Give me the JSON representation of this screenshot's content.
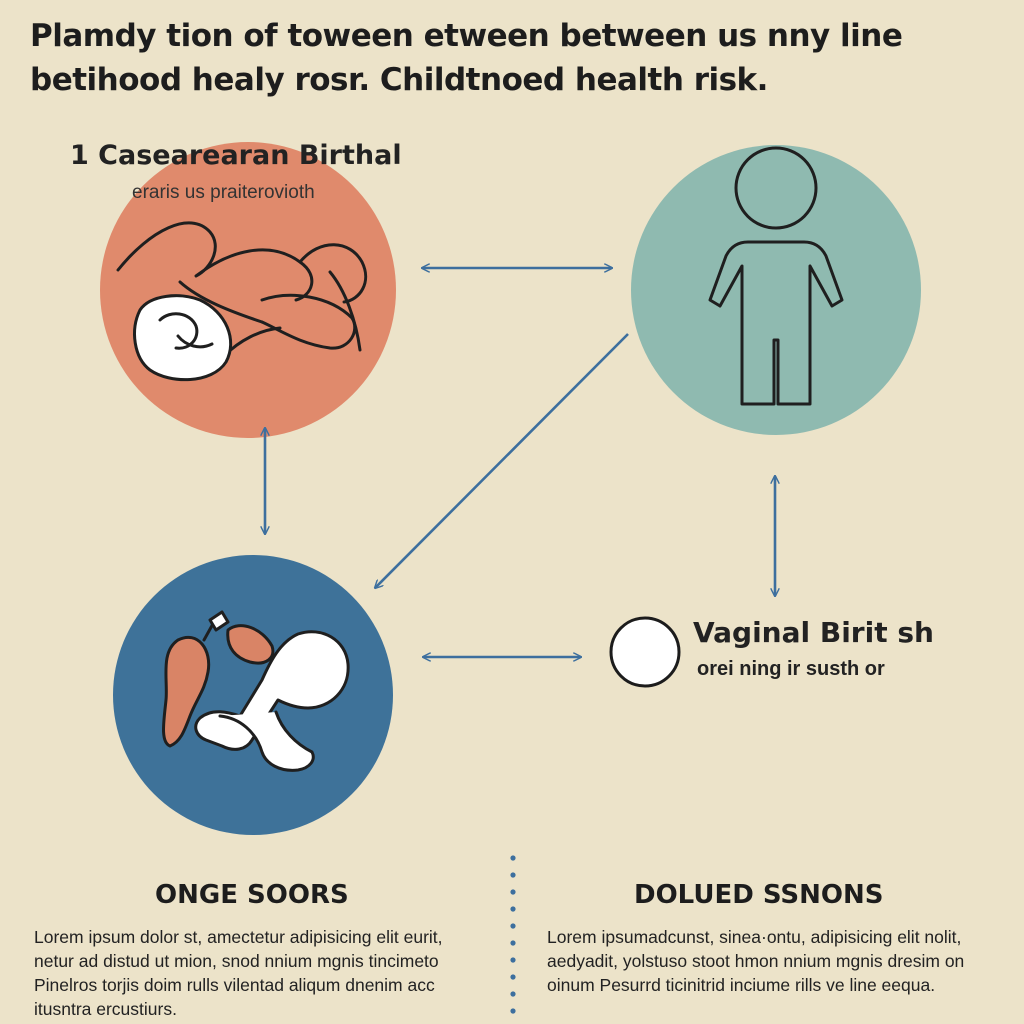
{
  "title": {
    "line1": "Plamdy tion of toween etween between us nny line",
    "line2": "betihood healy rosr. Childtnoed health risk."
  },
  "cesarean": {
    "label": "1 Casearearan Birthal",
    "sublabel": "eraris us praiterovioth",
    "circle_color": "#e08a6c"
  },
  "child": {
    "circle_color": "#8fbab0"
  },
  "infant": {
    "circle_color": "#3e7299"
  },
  "vaginal": {
    "label": "Vaginal Birit sh",
    "sublabel": "orei ning ir susth or"
  },
  "arrow_color": "#3d6f9e",
  "columns": [
    {
      "heading": "ONGE SOORS",
      "body": "Lorem ipsum dolor st, amectetur adipisicing elit eurit, netur ad distud ut mion, snod nnium mgnis tincimeto Pinelros torjis doim rulls vilentad aliqum dnenim acc itusntra ercustiurs."
    },
    {
      "heading": "DOLUED SSNONS",
      "body": "Lorem ipsumadcunst, sinea·ontu, adipisicing elit nolit, aedyadit, yolstuso stoot hmon nnium mgnis dresim on oinum Pesurrd ticinitrid inciume rills ve line eequa."
    }
  ]
}
